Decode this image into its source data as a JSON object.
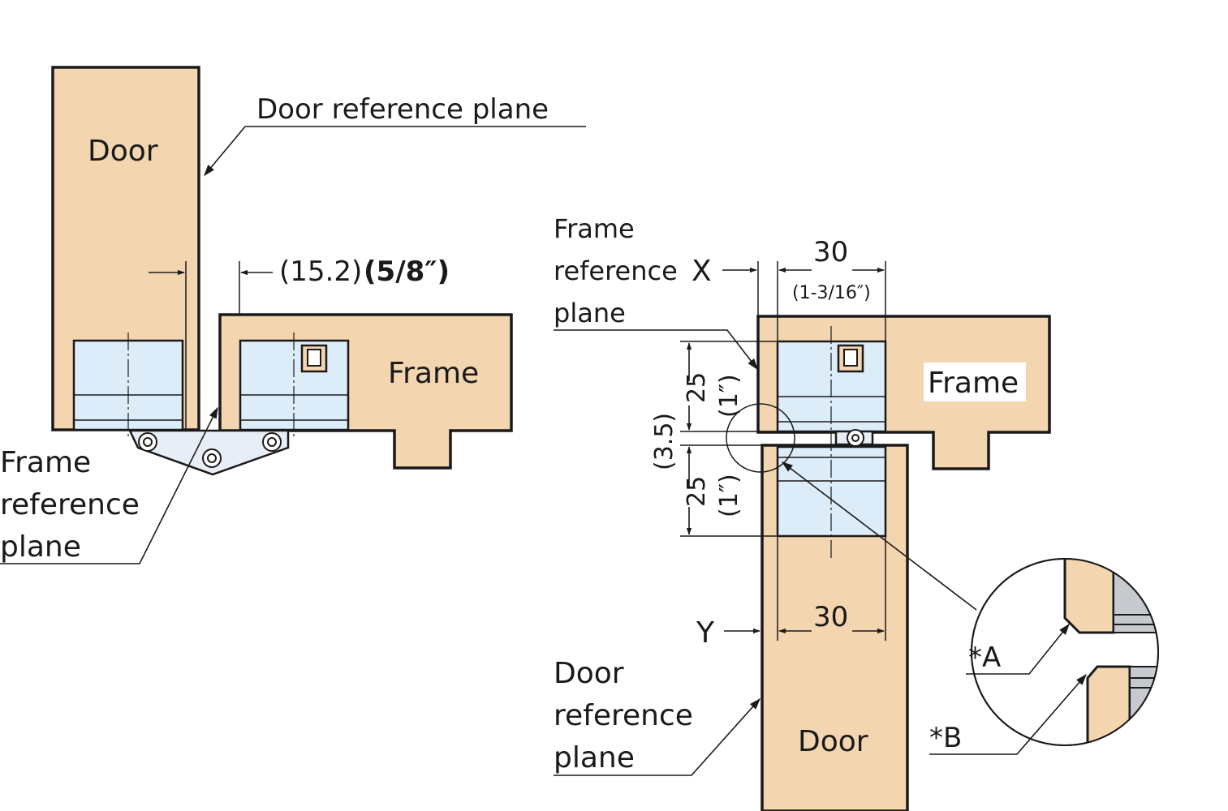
{
  "left_view": {
    "door_label": "Door",
    "frame_label": "Frame",
    "door_ref_plane_label": "Door reference plane",
    "frame_ref_plane_lines": [
      "Frame",
      "reference",
      "plane"
    ],
    "gap_dim_mm": "(15.2)",
    "gap_dim_in": "(5/8″)"
  },
  "right_view": {
    "frame_label": "Frame",
    "door_label": "Door",
    "frame_ref_plane_lines": [
      "Frame",
      "reference",
      "plane"
    ],
    "door_ref_plane_lines": [
      "Door",
      "reference",
      "plane"
    ],
    "x_label": "X",
    "y_label": "Y",
    "top_width_mm": "30",
    "top_width_in": "(1-3/16″)",
    "bottom_width_mm": "30",
    "upper_height_mm": "25",
    "upper_height_in": "(1″)",
    "gap_mm": "(3.5)",
    "lower_height_mm": "25",
    "lower_height_in": "(1″)",
    "detail_a": "*A",
    "detail_b": "*B"
  },
  "colors": {
    "wood": "#f3d5b0",
    "hinge_block": "#dcecf8",
    "line": "#1a1a1a"
  },
  "icons": [
    "arrow-icon",
    "screw-icon",
    "magnifier-circle"
  ]
}
